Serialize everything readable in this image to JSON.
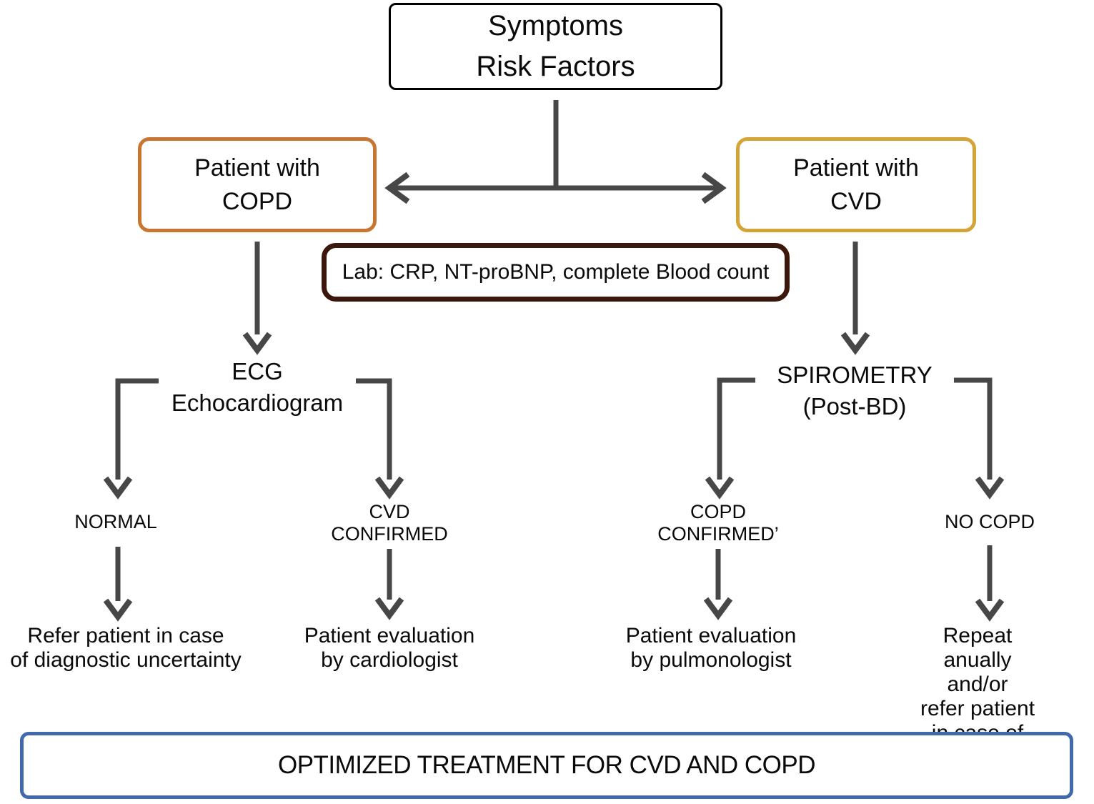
{
  "title": "COPD and CVD diagnostic pathway flowchart",
  "colors": {
    "copd_border": "#c9752f",
    "cvd_border": "#d4a437",
    "lab_border": "#3b170c",
    "treatment_border": "#4169ad",
    "arrow": "#474747",
    "text": "#0a0a0a"
  },
  "nodes": {
    "symptoms": "Symptoms\nRisk Factors",
    "patient_copd": "Patient with\nCOPD",
    "patient_cvd": "Patient with\nCVD",
    "lab": "Lab: CRP, NT-proBNP, complete Blood count",
    "ecg": "ECG\nEchocardiogram",
    "spirometry": "SPIROMETRY\n(Post-BD)",
    "normal": "NORMAL",
    "cvd_confirmed": "CVD\nCONFIRMED",
    "copd_confirmed": "COPD\nCONFIRMED’",
    "no_copd": "NO COPD",
    "refer_uncertainty": "Refer patient in case\nof diagnostic uncertainty",
    "eval_cardiologist": "Patient evaluation\nby cardiologist",
    "eval_pulmonologist": "Patient evaluation\nby pulmonologist",
    "repeat_annually": "Repeat anually and/or\nrefer patient in case of\ndiagnostic uncertainty",
    "treatment": "OPTIMIZED TREATMENT FOR CVD AND COPD"
  }
}
